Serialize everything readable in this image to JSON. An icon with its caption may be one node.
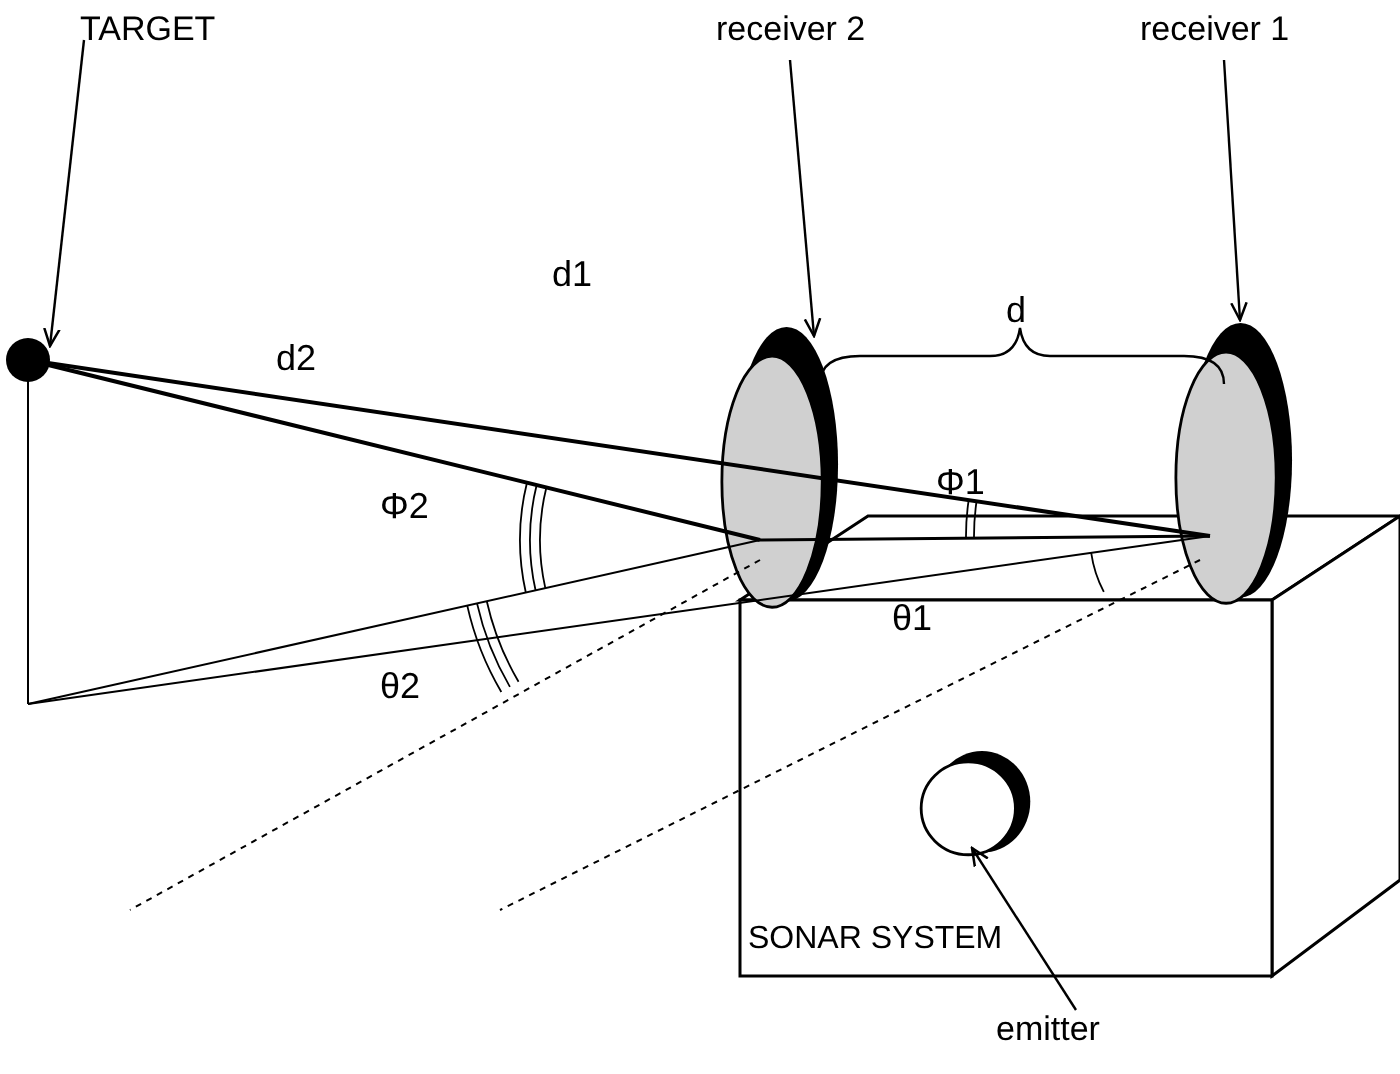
{
  "diagram": {
    "nodes": [
      {
        "text": [
          "TARGET"
        ]
      },
      {
        "text": [],
        "shape": "circle"
      },
      {
        "text": [
          "receiver 2"
        ]
      },
      {
        "text": [],
        "shape": "ellipse"
      },
      {
        "text": [
          "receiver 1"
        ]
      },
      {
        "text": [],
        "shape": "ellipse"
      },
      {
        "text": [
          "SONAR SYSTEM"
        ]
      },
      {
        "text": [],
        "shape": "ellipse",
        "in": 6
      },
      {
        "text": [
          "emitter"
        ]
      }
    ],
    "edges": [
      {
        "from": 0,
        "to": 1,
        "arrow": "to"
      },
      {
        "from": 2,
        "to": 3,
        "arrow": "to"
      },
      {
        "from": 4,
        "to": 5,
        "arrow": "to"
      },
      {
        "from": 8,
        "to": 7,
        "arrow": "to"
      }
    ],
    "labels": [
      "d",
      "d1",
      "d2",
      "Φ2",
      "Φ1",
      "θ1",
      "θ2"
    ]
  }
}
